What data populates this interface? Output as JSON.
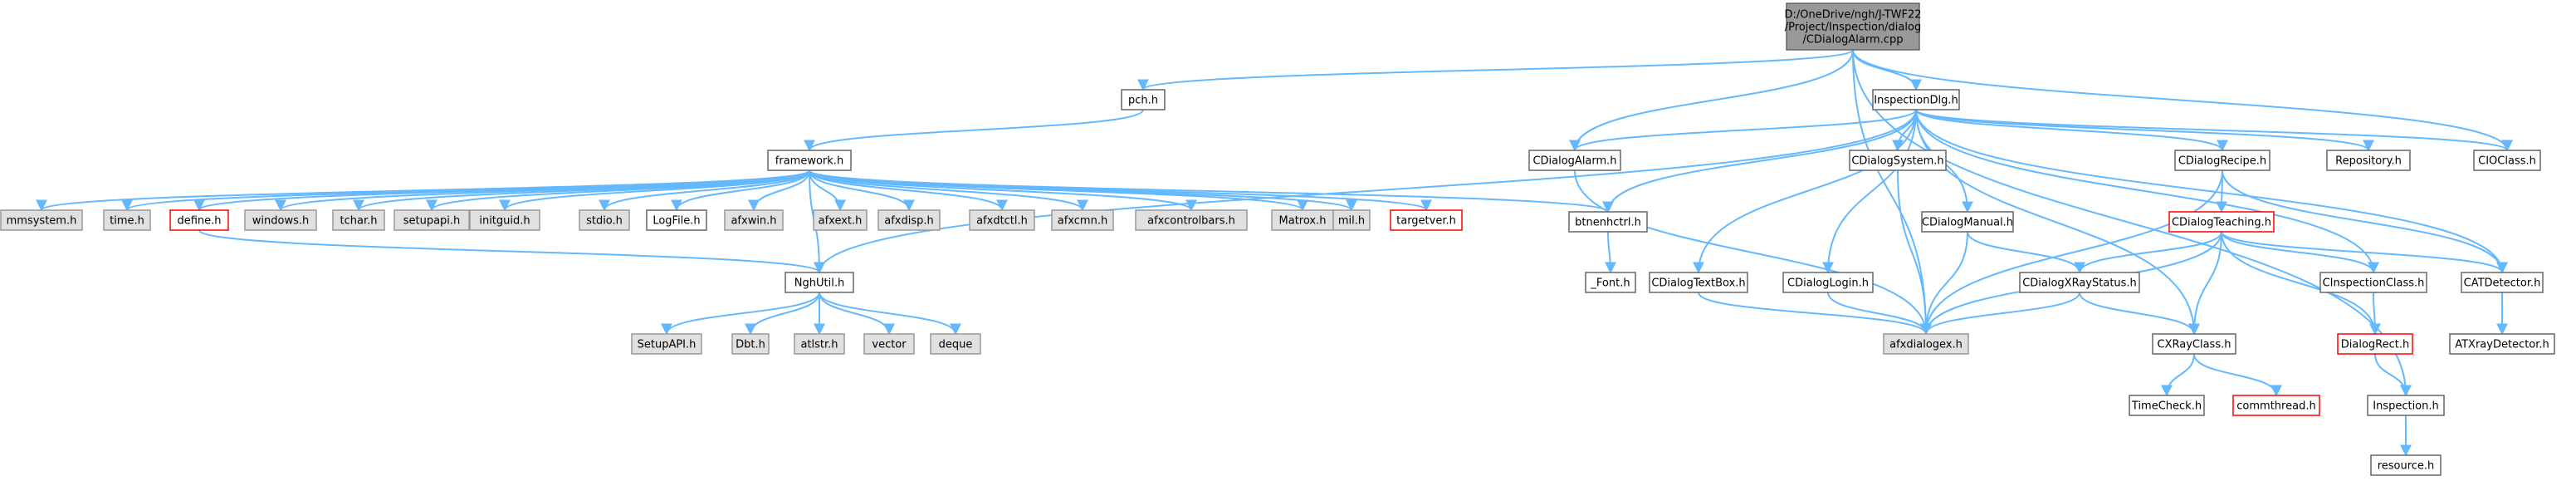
{
  "diagram": {
    "colors": {
      "edge": "#63b8ff",
      "node_border": "#666666",
      "system_fill": "#e0e0e0",
      "missing_border": "#ff0000",
      "root_fill": "#999999"
    },
    "nodes": [
      {
        "id": "root",
        "label": "D:/OneDrive/ngh/J-TWF22\n/Project/Inspection/dialog\n/CDialogAlarm.cpp",
        "style": "root"
      },
      {
        "id": "pch",
        "label": "pch.h",
        "style": "normal"
      },
      {
        "id": "framework",
        "label": "framework.h",
        "style": "normal"
      },
      {
        "id": "mmsystem",
        "label": "mmsystem.h",
        "style": "sys"
      },
      {
        "id": "time",
        "label": "time.h",
        "style": "sys"
      },
      {
        "id": "define",
        "label": "define.h",
        "style": "missing"
      },
      {
        "id": "windows",
        "label": "windows.h",
        "style": "sys"
      },
      {
        "id": "tchar",
        "label": "tchar.h",
        "style": "sys"
      },
      {
        "id": "setupapi",
        "label": "setupapi.h",
        "style": "sys"
      },
      {
        "id": "initguid",
        "label": "initguid.h",
        "style": "sys"
      },
      {
        "id": "stdio",
        "label": "stdio.h",
        "style": "sys"
      },
      {
        "id": "logfile",
        "label": "LogFile.h",
        "style": "normal"
      },
      {
        "id": "afxwin",
        "label": "afxwin.h",
        "style": "sys"
      },
      {
        "id": "afxext",
        "label": "afxext.h",
        "style": "sys"
      },
      {
        "id": "afxdisp",
        "label": "afxdisp.h",
        "style": "sys"
      },
      {
        "id": "afxdtctl",
        "label": "afxdtctl.h",
        "style": "sys"
      },
      {
        "id": "afxcmn",
        "label": "afxcmn.h",
        "style": "sys"
      },
      {
        "id": "afxcontrolbars",
        "label": "afxcontrolbars.h",
        "style": "sys"
      },
      {
        "id": "matrox",
        "label": "Matrox.h",
        "style": "sys"
      },
      {
        "id": "mil",
        "label": "mil.h",
        "style": "sys"
      },
      {
        "id": "targetver",
        "label": "targetver.h",
        "style": "missing"
      },
      {
        "id": "nghutil",
        "label": "NghUtil.h",
        "style": "normal"
      },
      {
        "id": "setupapi2",
        "label": "SetupAPI.h",
        "style": "sys"
      },
      {
        "id": "dbt",
        "label": "Dbt.h",
        "style": "sys"
      },
      {
        "id": "atlstr",
        "label": "atlstr.h",
        "style": "sys"
      },
      {
        "id": "vector",
        "label": "vector",
        "style": "sys"
      },
      {
        "id": "deque",
        "label": "deque",
        "style": "sys"
      },
      {
        "id": "inspdlg",
        "label": "InspectionDlg.h",
        "style": "normal"
      },
      {
        "id": "cdlgalarm",
        "label": "CDialogAlarm.h",
        "style": "normal"
      },
      {
        "id": "cdlgsystem",
        "label": "CDialogSystem.h",
        "style": "normal"
      },
      {
        "id": "cdlgrecipe",
        "label": "CDialogRecipe.h",
        "style": "normal"
      },
      {
        "id": "repository",
        "label": "Repository.h",
        "style": "normal"
      },
      {
        "id": "cioclass",
        "label": "CIOClass.h",
        "style": "normal"
      },
      {
        "id": "btnenh",
        "label": "btnenhctrl.h",
        "style": "normal"
      },
      {
        "id": "font",
        "label": "_Font.h",
        "style": "normal"
      },
      {
        "id": "cdlgmanual",
        "label": "CDialogManual.h",
        "style": "normal"
      },
      {
        "id": "cdlgteaching",
        "label": "CDialogTeaching.h",
        "style": "missing"
      },
      {
        "id": "cdlgtextbox",
        "label": "CDialogTextBox.h",
        "style": "normal"
      },
      {
        "id": "cdlglogin",
        "label": "CDialogLogin.h",
        "style": "normal"
      },
      {
        "id": "cdlgxray",
        "label": "CDialogXRayStatus.h",
        "style": "normal"
      },
      {
        "id": "cinspclass",
        "label": "CInspectionClass.h",
        "style": "normal"
      },
      {
        "id": "catdetector",
        "label": "CATDetector.h",
        "style": "normal"
      },
      {
        "id": "afxdialogex",
        "label": "afxdialogex.h",
        "style": "sys"
      },
      {
        "id": "cxrayclass",
        "label": "CXRayClass.h",
        "style": "normal"
      },
      {
        "id": "dialogrect",
        "label": "DialogRect.h",
        "style": "missing"
      },
      {
        "id": "atxray",
        "label": "ATXrayDetector.h",
        "style": "normal"
      },
      {
        "id": "timecheck",
        "label": "TimeCheck.h",
        "style": "normal"
      },
      {
        "id": "commthread",
        "label": "commthread.h",
        "style": "missing"
      },
      {
        "id": "inspection",
        "label": "Inspection.h",
        "style": "normal"
      },
      {
        "id": "resource",
        "label": "resource.h",
        "style": "normal"
      }
    ],
    "edges": [
      [
        "root",
        "pch"
      ],
      [
        "root",
        "inspdlg"
      ],
      [
        "root",
        "cdlgalarm"
      ],
      [
        "root",
        "afxdialogex"
      ],
      [
        "root",
        "cioclass"
      ],
      [
        "root",
        "inspection"
      ],
      [
        "pch",
        "framework"
      ],
      [
        "framework",
        "mmsystem"
      ],
      [
        "framework",
        "time"
      ],
      [
        "framework",
        "define"
      ],
      [
        "framework",
        "windows"
      ],
      [
        "framework",
        "tchar"
      ],
      [
        "framework",
        "setupapi"
      ],
      [
        "framework",
        "initguid"
      ],
      [
        "framework",
        "stdio"
      ],
      [
        "framework",
        "logfile"
      ],
      [
        "framework",
        "afxwin"
      ],
      [
        "framework",
        "afxext"
      ],
      [
        "framework",
        "afxdisp"
      ],
      [
        "framework",
        "afxdtctl"
      ],
      [
        "framework",
        "afxcmn"
      ],
      [
        "framework",
        "afxcontrolbars"
      ],
      [
        "framework",
        "matrox"
      ],
      [
        "framework",
        "mil"
      ],
      [
        "framework",
        "targetver"
      ],
      [
        "framework",
        "btnenh"
      ],
      [
        "framework",
        "nghutil"
      ],
      [
        "define",
        "nghutil"
      ],
      [
        "nghutil",
        "setupapi2"
      ],
      [
        "nghutil",
        "dbt"
      ],
      [
        "nghutil",
        "atlstr"
      ],
      [
        "nghutil",
        "vector"
      ],
      [
        "nghutil",
        "deque"
      ],
      [
        "inspdlg",
        "cdlgalarm"
      ],
      [
        "inspdlg",
        "cdlgsystem"
      ],
      [
        "inspdlg",
        "cdlgrecipe"
      ],
      [
        "inspdlg",
        "repository"
      ],
      [
        "inspdlg",
        "cioclass"
      ],
      [
        "inspdlg",
        "btnenh"
      ],
      [
        "inspdlg",
        "cdlgmanual"
      ],
      [
        "inspdlg",
        "cdlgtextbox"
      ],
      [
        "inspdlg",
        "cdlglogin"
      ],
      [
        "inspdlg",
        "nghutil"
      ],
      [
        "inspdlg",
        "cxrayclass"
      ],
      [
        "inspdlg",
        "cinspclass"
      ],
      [
        "inspdlg",
        "catdetector"
      ],
      [
        "cdlgalarm",
        "afxdialogex"
      ],
      [
        "cdlgsystem",
        "afxdialogex"
      ],
      [
        "cdlgrecipe",
        "cdlgteaching"
      ],
      [
        "cdlgrecipe",
        "afxdialogex"
      ],
      [
        "cdlgrecipe",
        "catdetector"
      ],
      [
        "btnenh",
        "font"
      ],
      [
        "cdlgmanual",
        "cdlgxray"
      ],
      [
        "cdlgmanual",
        "afxdialogex"
      ],
      [
        "cdlgteaching",
        "cdlgxray"
      ],
      [
        "cdlgteaching",
        "cinspclass"
      ],
      [
        "cdlgteaching",
        "catdetector"
      ],
      [
        "cdlgteaching",
        "cxrayclass"
      ],
      [
        "cdlgteaching",
        "dialogrect"
      ],
      [
        "cdlgteaching",
        "afxdialogex"
      ],
      [
        "cdlgtextbox",
        "afxdialogex"
      ],
      [
        "cdlglogin",
        "afxdialogex"
      ],
      [
        "cdlgxray",
        "cxrayclass"
      ],
      [
        "cdlgxray",
        "afxdialogex"
      ],
      [
        "cinspclass",
        "dialogrect"
      ],
      [
        "catdetector",
        "atxray"
      ],
      [
        "cxrayclass",
        "timecheck"
      ],
      [
        "cxrayclass",
        "commthread"
      ],
      [
        "dialogrect",
        "inspection"
      ],
      [
        "inspection",
        "resource"
      ]
    ]
  }
}
